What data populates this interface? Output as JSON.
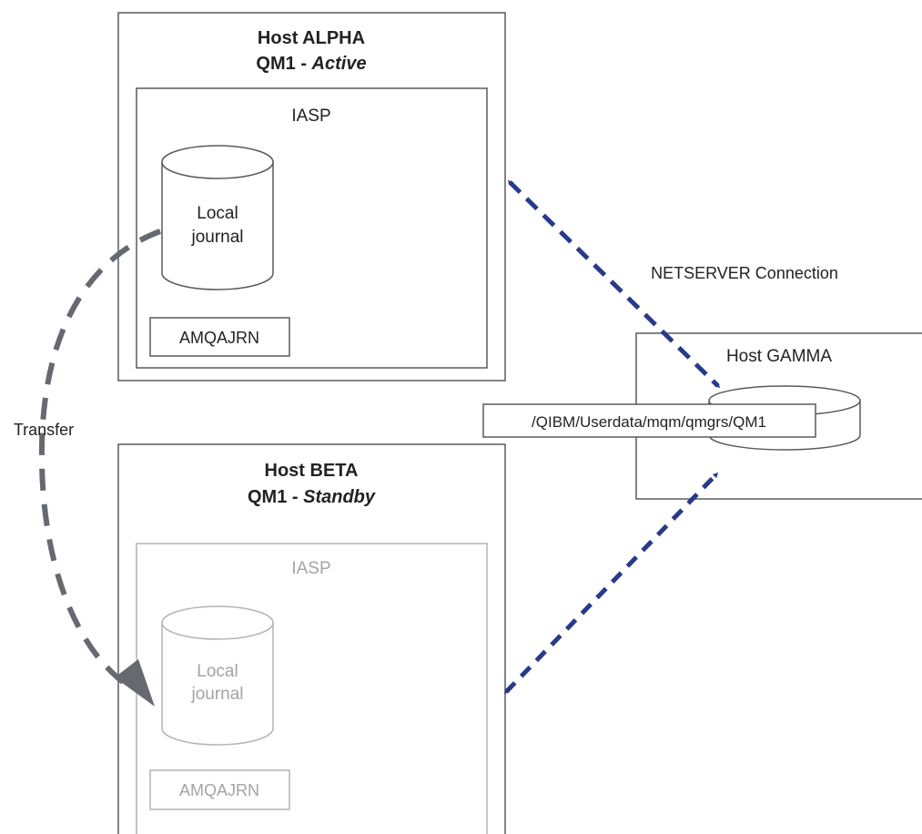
{
  "host_alpha": {
    "title": "Host ALPHA",
    "qm_prefix": "QM1 - ",
    "qm_state": "Active",
    "iasp_label": "IASP",
    "journal_line1": "Local",
    "journal_line2": "journal",
    "amqajrn_label": "AMQAJRN"
  },
  "host_beta": {
    "title": "Host BETA",
    "qm_prefix": "QM1 - ",
    "qm_state": "Standby",
    "iasp_label": "IASP",
    "journal_line1": "Local",
    "journal_line2": "journal",
    "amqajrn_label": "AMQAJRN"
  },
  "host_gamma": {
    "title": "Host GAMMA",
    "path_label": "/QIBM/Userdata/mqm/qmgrs/QM1"
  },
  "connections": {
    "netserver_label": "NETSERVER Connection",
    "transfer_label": "Transfer"
  },
  "colors": {
    "connection_blue": "#283a8a",
    "transfer_gray": "#646a70",
    "box_border": "#5a5a5a",
    "inactive_border": "#b4b4b4"
  }
}
